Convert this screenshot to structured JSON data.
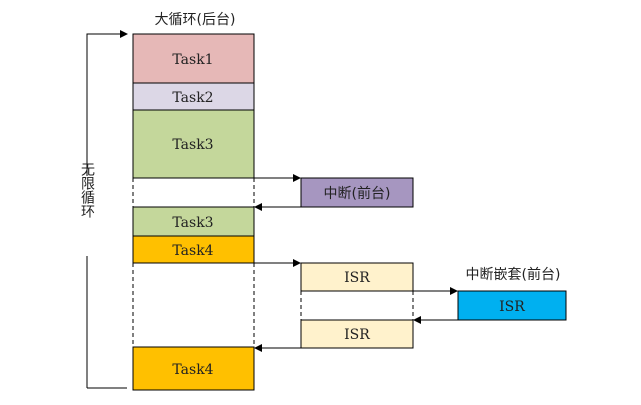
{
  "title": "大循环(后台)",
  "loop_label": "无限循环",
  "interrupt_label": "中断(前台)",
  "nested_label": "中断嵌套(前台)",
  "blocks": {
    "task1": "Task1",
    "task2": "Task2",
    "task3a": "Task3",
    "task3b": "Task3",
    "task4a": "Task4",
    "task4b": "Task4",
    "isr1": "ISR",
    "isr2": "ISR",
    "isr_nested": "ISR"
  },
  "colors": {
    "task1": "#e6b8b7",
    "task2": "#dcd7e6",
    "task3": "#c4d79b",
    "task4": "#ffc000",
    "interrupt": "#a696c0",
    "isr": "#fff2cc",
    "isr_nested": "#00b0f0"
  }
}
